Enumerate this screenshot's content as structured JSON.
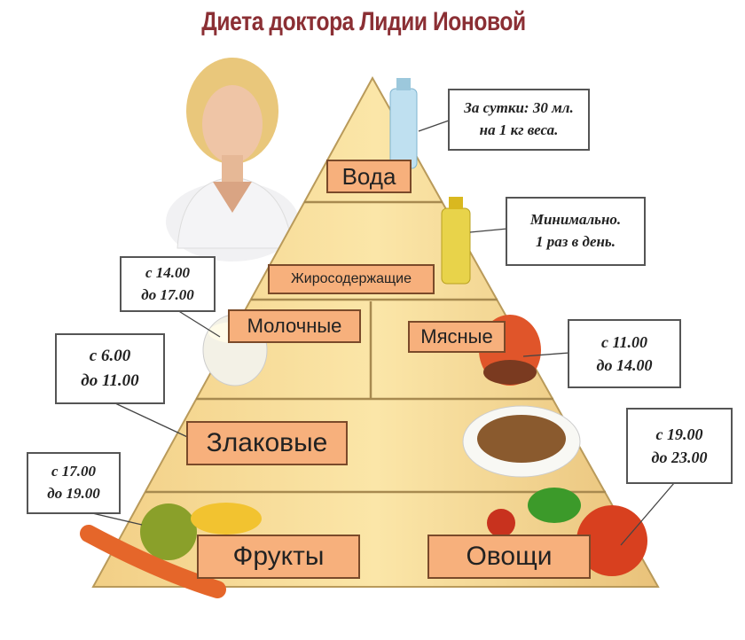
{
  "title": "Диета доктора Лидии Ионовой",
  "pyramid": {
    "water": "Вода",
    "fats": "Жиросодержащие",
    "dairy": "Молочные",
    "meat": "Мясные",
    "grains": "Злаковые",
    "fruits": "Фрукты",
    "vegetables": "Овощи"
  },
  "notes": {
    "water": [
      "За сутки: 30 мл.",
      "на 1 кг веса."
    ],
    "fats": [
      "Минимально.",
      "1 раз в день."
    ],
    "dairy": [
      "с 14.00",
      "до 17.00"
    ],
    "meat": [
      "с 11.00",
      "до 14.00"
    ],
    "grains": [
      "с 6.00",
      "до 11.00"
    ],
    "fruits": [
      "с 17.00",
      "до 19.00"
    ],
    "vegetables": [
      "с 19.00",
      "до 23.00"
    ]
  },
  "colors": {
    "title": "#8b2f34",
    "pyramid": "#f6dc98",
    "label": "#f7b07c"
  }
}
